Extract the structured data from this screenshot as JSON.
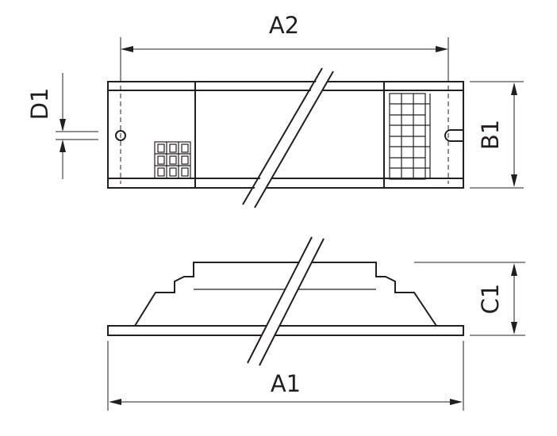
{
  "dimensions": {
    "a2": "A2",
    "d1": "D1",
    "b1": "B1",
    "c1": "C1",
    "a1": "A1"
  },
  "colors": {
    "line": "#231f20",
    "background": "#ffffff"
  }
}
